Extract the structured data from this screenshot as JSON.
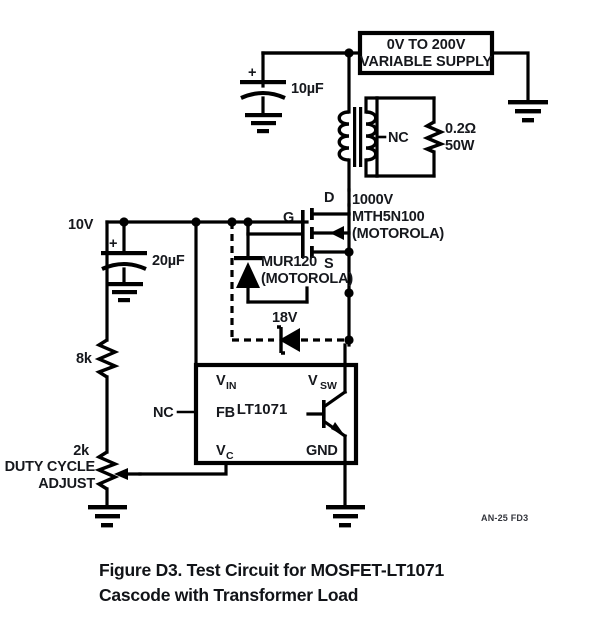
{
  "figure": {
    "caption_line1": "Figure D3. Test Circuit for MOSFET-LT1071",
    "caption_line2": "Cascode with Transformer Load",
    "reference_tag": "AN-25 FD3"
  },
  "supply": {
    "box_line1": "0V TO 200V",
    "box_line2": "VARIABLE SUPPLY"
  },
  "components": {
    "cap_hv": "10µF",
    "cap_hv_polarity": "+",
    "cap_lv": "20µF",
    "cap_lv_polarity": "+",
    "transformer_secondary_nc": "NC",
    "load_resistor_value": "0.2Ω",
    "load_resistor_power": "50W",
    "mosfet_voltage": "1000V",
    "mosfet_part": "MTH5N100",
    "mosfet_vendor": "(MOTOROLA)",
    "mosfet_gate": "G",
    "mosfet_drain": "D",
    "mosfet_source": "S",
    "diode_part": "MUR120",
    "diode_vendor": "(MOTOROLA)",
    "zener_value": "18V",
    "rail_voltage": "10V",
    "resistor_top": "8k",
    "pot_value": "2k",
    "pot_label_line1": "DUTY CYCLE",
    "pot_label_line2": "ADJUST"
  },
  "ic": {
    "part": "LT1071",
    "pin_vin": "V",
    "pin_vin_sub": "IN",
    "pin_fb": "FB",
    "pin_fb_nc": "NC",
    "pin_vc": "V",
    "pin_vc_sub": "C",
    "pin_vsw": "V",
    "pin_vsw_sub": "SW",
    "pin_gnd": "GND"
  }
}
